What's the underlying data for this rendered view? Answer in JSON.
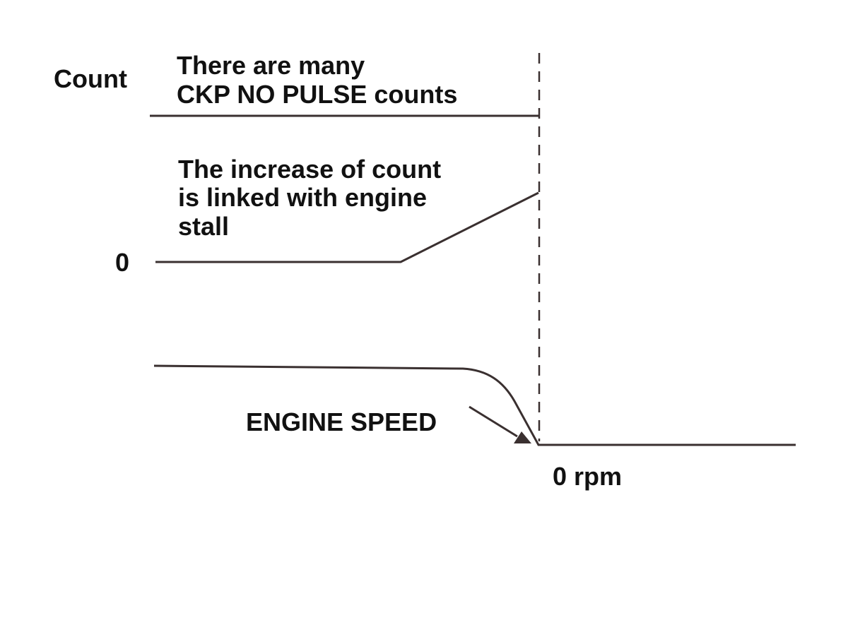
{
  "labels": {
    "count_axis": "Count",
    "zero_count": "0",
    "many_counts": [
      "There are many",
      "CKP NO PULSE counts"
    ],
    "increase": [
      "The increase of count",
      "is linked with engine",
      "stall"
    ],
    "engine_speed": "ENGINE SPEED",
    "zero_rpm": "0 rpm"
  },
  "colors": {
    "line": "#3a3030",
    "text": "#111111"
  }
}
